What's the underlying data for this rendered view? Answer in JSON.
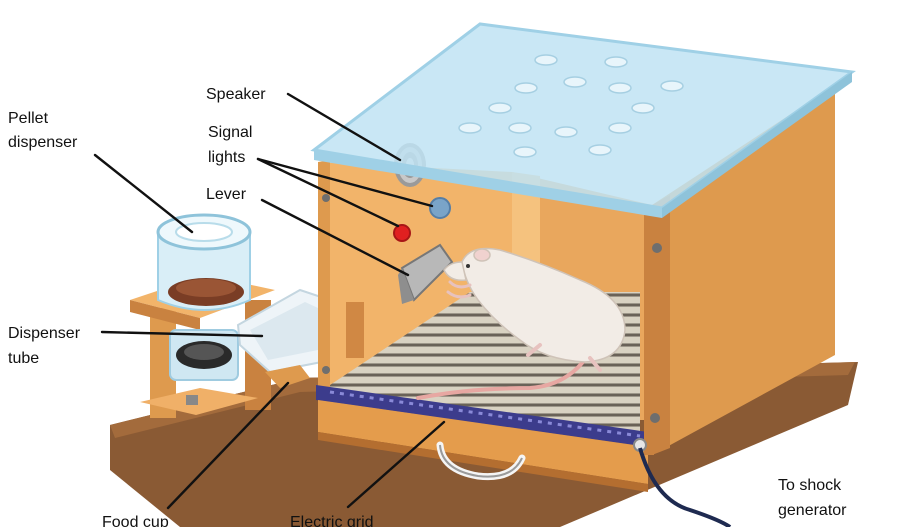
{
  "labels": {
    "speaker": "Speaker",
    "signal_lights": [
      "Signal",
      "lights"
    ],
    "lever": "Lever",
    "pellet_dispenser": [
      "Pellet",
      "dispenser"
    ],
    "dispenser_tube": [
      "Dispenser",
      "tube"
    ],
    "food_cup": "Food cup",
    "electric_grid": "Electric grid",
    "shock_generator": [
      "To shock",
      "generator"
    ]
  },
  "colors": {
    "wood_light": "#f2b46a",
    "wood_mid": "#de9a4e",
    "wood_dark": "#b46e30",
    "base": "#8a5a34",
    "glass": "#bfe3f3",
    "glass_edge": "#9fd0e6",
    "grid_rail": "#3c3c8c",
    "signal_red": "#e02020",
    "signal_blue": "#7aa4c8",
    "rat": "#f2ece6",
    "tail": "#e7a7a2"
  }
}
